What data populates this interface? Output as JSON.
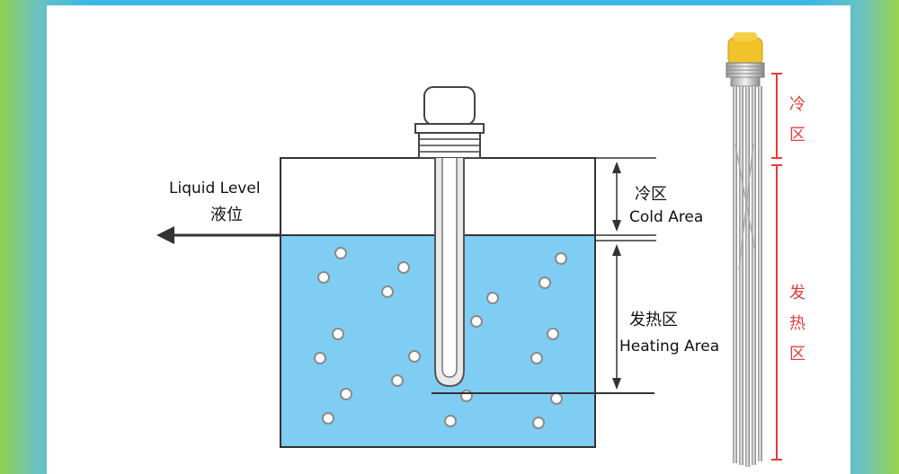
{
  "diagram": {
    "liquid_level_en": "Liquid Level",
    "liquid_level_cn": "液位",
    "cold_area_cn": "冷区",
    "cold_area_en": "Cold Area",
    "heating_area_cn": "发热区",
    "heating_area_en": "Heating Area"
  },
  "product": {
    "cold_label_1": "冷",
    "cold_label_2": "区",
    "heat_label_1": "发",
    "heat_label_2": "热",
    "heat_label_3": "区"
  },
  "colors": {
    "water": "#7fcdf2",
    "label_red": "#e63c3c",
    "cap_yellow": "#f2c22a"
  }
}
